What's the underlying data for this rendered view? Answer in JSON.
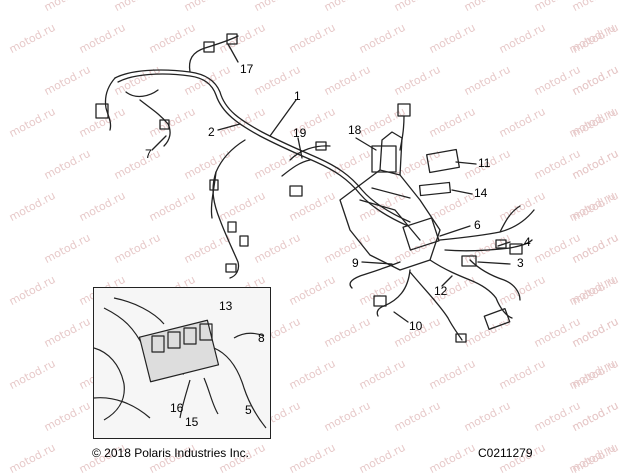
{
  "diagram": {
    "callouts": [
      "1",
      "2",
      "3",
      "4",
      "5",
      "6",
      "7",
      "8",
      "9",
      "10",
      "11",
      "12",
      "13",
      "14",
      "15",
      "16",
      "17",
      "18",
      "19"
    ],
    "watermark_text": "motod.ru",
    "copyright": "© 2018 Polaris Industries Inc.",
    "figure_code": "C0211279",
    "colors": {
      "line": "#222222",
      "watermark": "#e7c9c9",
      "background": "#ffffff"
    }
  }
}
